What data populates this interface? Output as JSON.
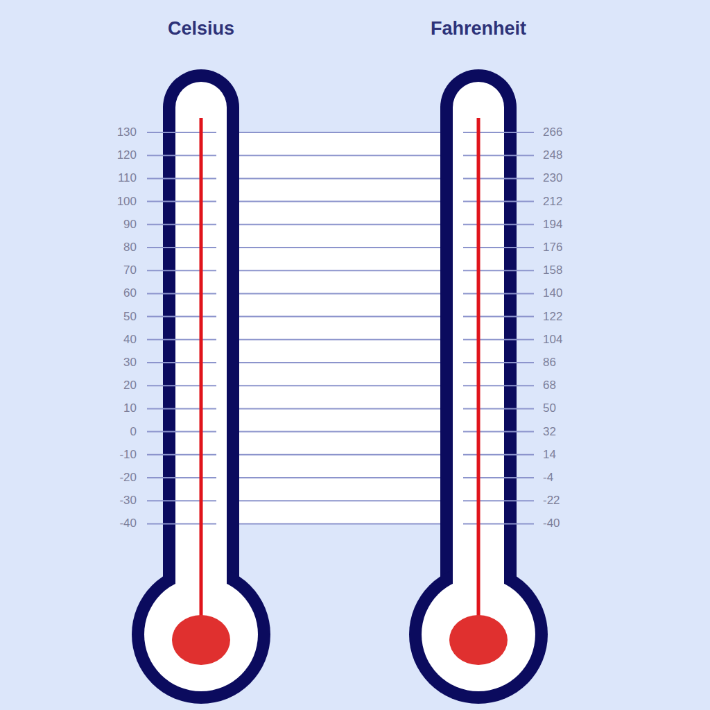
{
  "diagram": {
    "nodes": [
      {
        "text": [
          "Celsius"
        ]
      },
      {
        "text": [
          "Fahrenheit"
        ]
      }
    ],
    "labels": [
      "130",
      "266",
      "120",
      "248",
      "110",
      "230",
      "100",
      "212",
      "90",
      "194",
      "80",
      "176",
      "70",
      "158",
      "60",
      "140",
      "50",
      "122",
      "40",
      "104",
      "30",
      "86",
      "20",
      "68",
      "10",
      "50",
      "0",
      "32",
      "-10",
      "14",
      "-20",
      "-4",
      "-30",
      "-22",
      "-40",
      "-40"
    ]
  }
}
